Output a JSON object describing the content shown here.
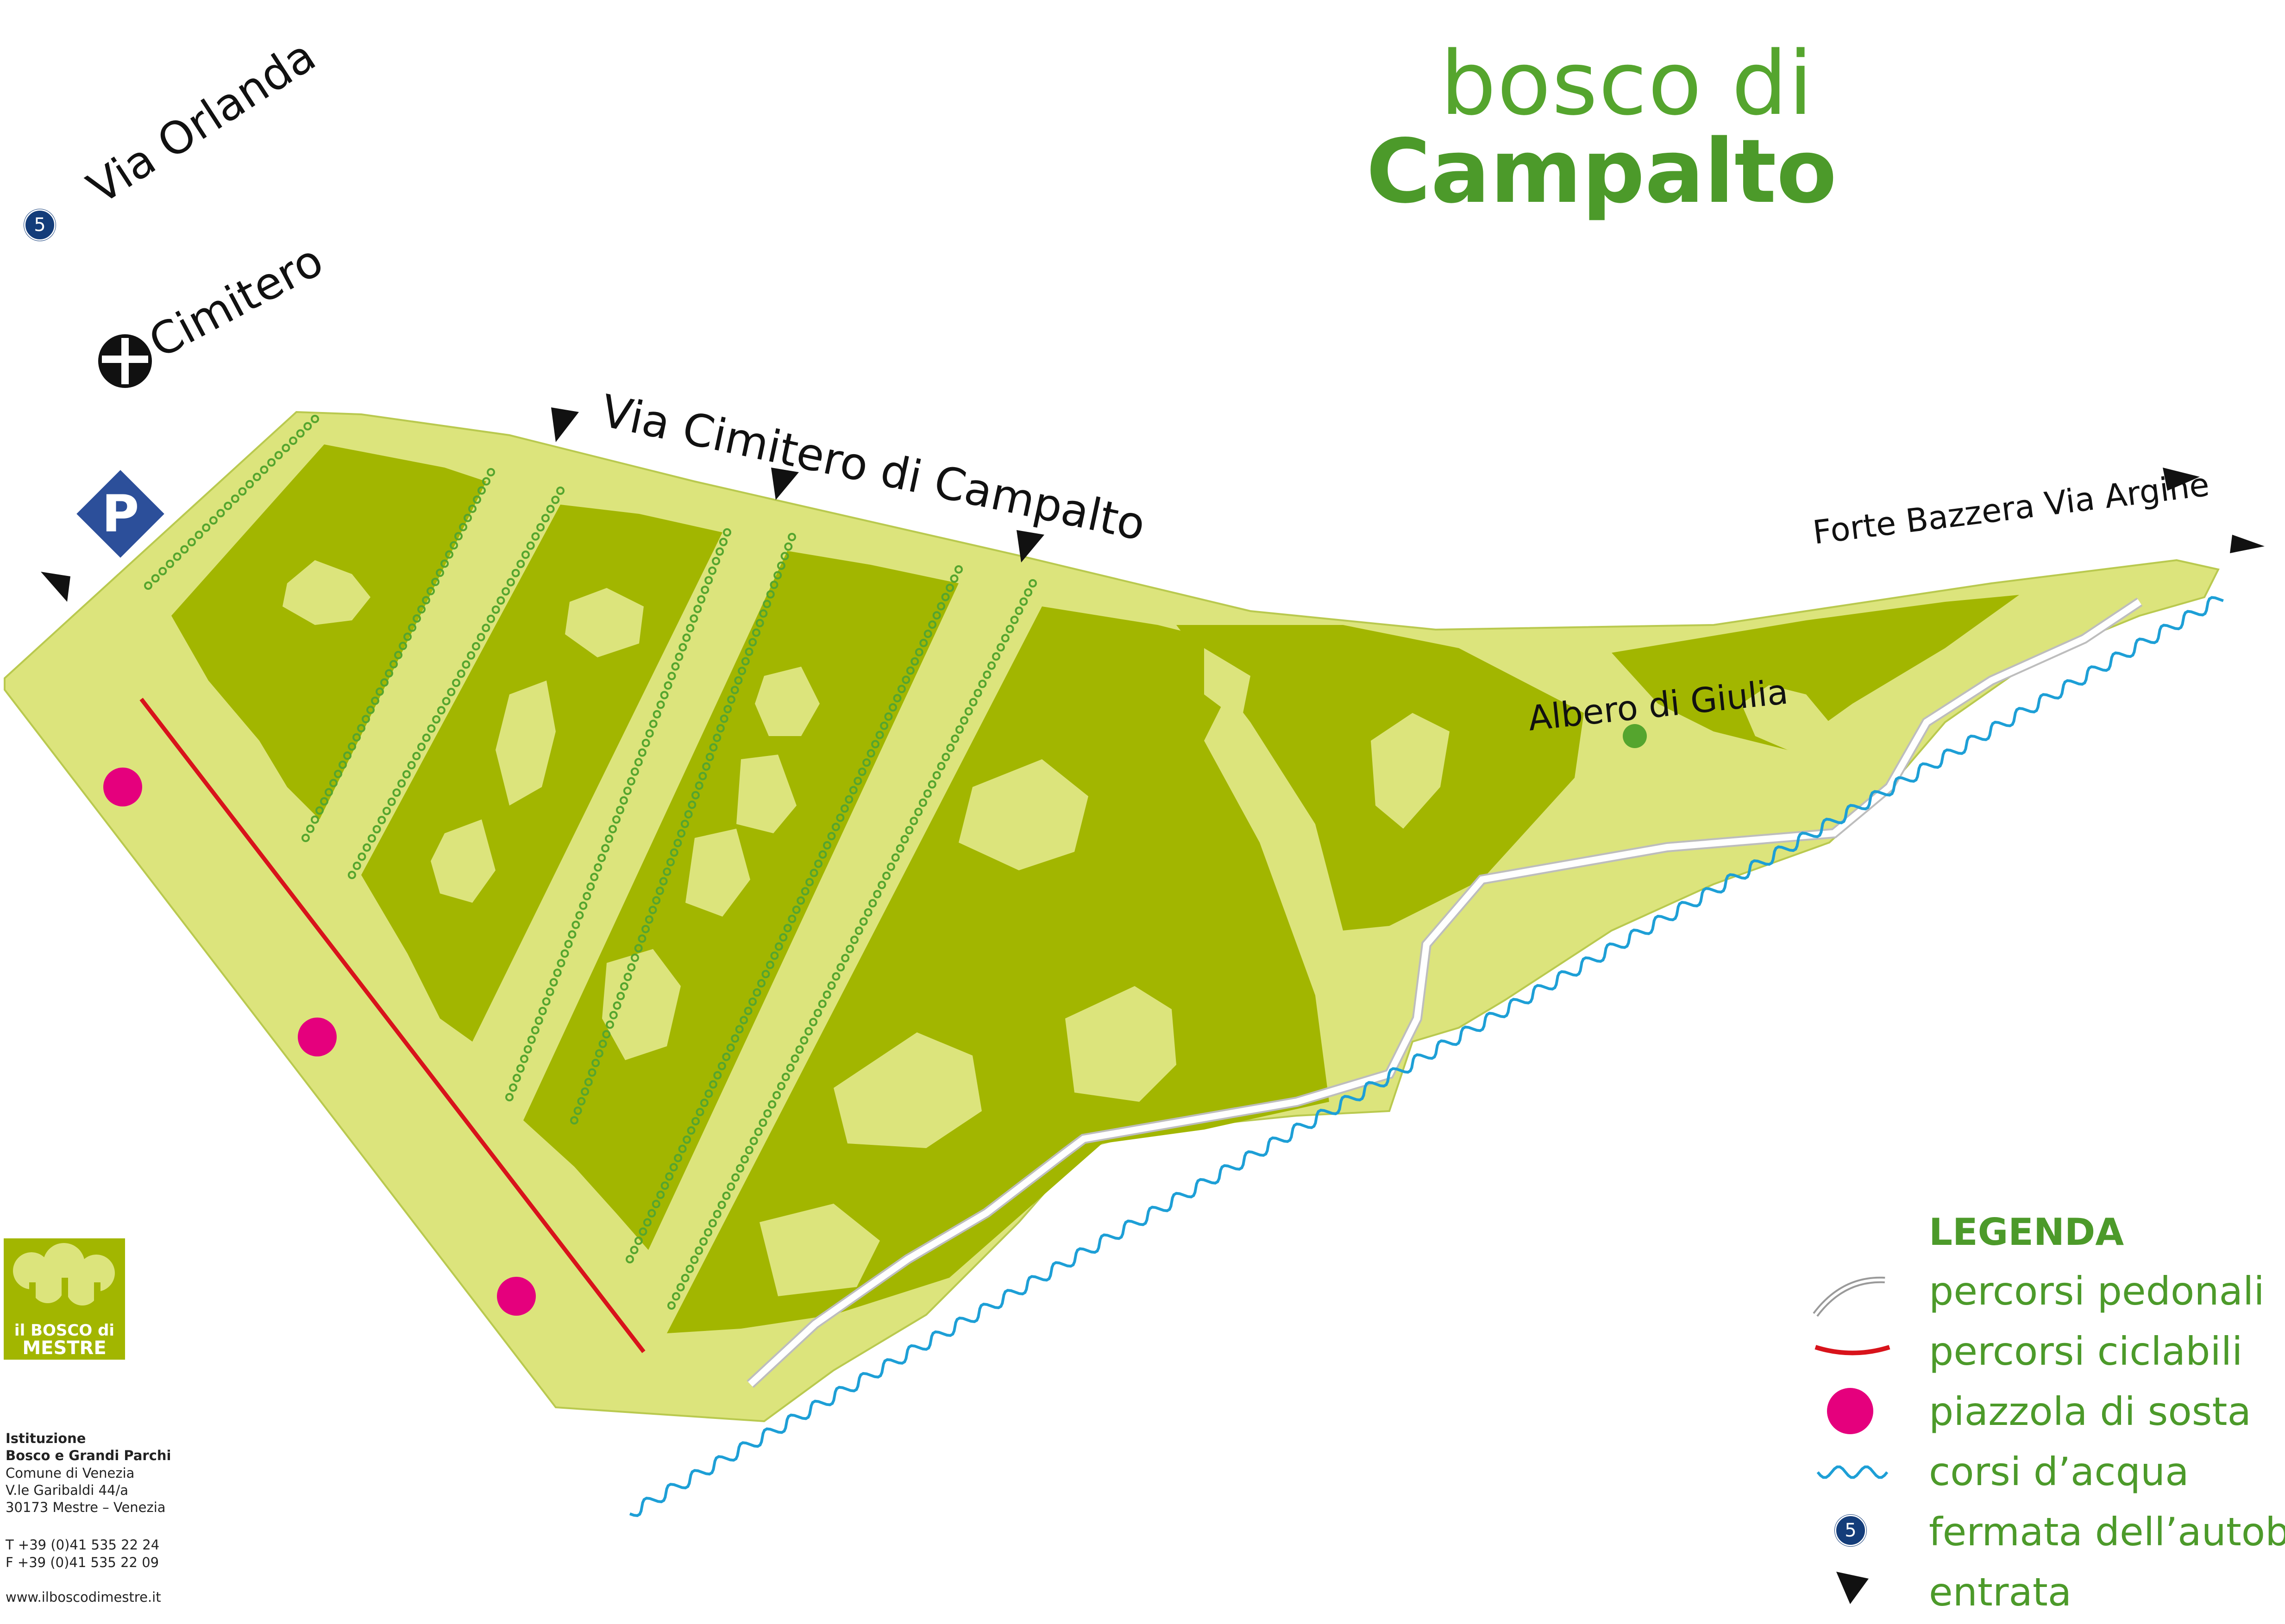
{
  "title": {
    "line1": "bosco di",
    "line2": "Campalto"
  },
  "roads": {
    "via_orlanda": "Via Orlanda",
    "cimitero": "Cimitero",
    "via_cimitero": "Via Cimitero di Campalto",
    "forte_bazzera": "Forte Bazzera Via Argine"
  },
  "places": {
    "albero_di_giulia": "Albero di Giulia"
  },
  "bus_stop_number": "5",
  "parking_letter": "P",
  "legend": {
    "title": "LEGENDA",
    "items": [
      {
        "label": "percorsi pedonali",
        "icon": "footpath-icon"
      },
      {
        "label": "percorsi ciclabili",
        "icon": "cycle-path-icon"
      },
      {
        "label": "piazzola di sosta",
        "icon": "rest-area-icon"
      },
      {
        "label": "corsi d’acqua",
        "icon": "waterway-icon"
      },
      {
        "label": "fermata dell’autobus",
        "icon": "bus-stop-icon",
        "number": "5"
      },
      {
        "label": "entrata",
        "icon": "entrance-arrow-icon"
      }
    ]
  },
  "logo": {
    "line1": "il BOSCO di",
    "line2": "MESTRE"
  },
  "info": {
    "org1": "Istituzione",
    "org2": "Bosco e Grandi Parchi",
    "addr1": "Comune di Venezia",
    "addr2": "V.le Garibaldi 44/a",
    "addr3": "30173 Mestre – Venezia",
    "tel": "T +39 (0)41 535 22 24",
    "fax": "F +39 (0)41 535 22 09",
    "web": "www.ilboscodimestre.it"
  },
  "colors": {
    "light_green": "#dce47c",
    "wood_green": "#a2b600",
    "clearing": "#dce47c",
    "title_green": "#4c9a2a",
    "cycle_red": "#d8131b",
    "rest_pink": "#e5007d",
    "water_blue": "#1d9fd6",
    "bus_blue": "#143d7a",
    "parking_blue": "#2c4f9a"
  }
}
